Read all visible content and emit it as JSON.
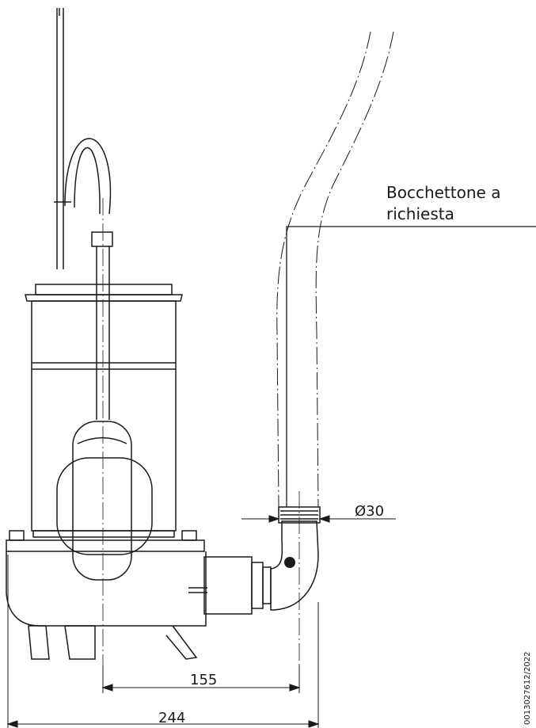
{
  "callout": {
    "line1": "Bocchettone a",
    "line2": "richiesta"
  },
  "dimensions": {
    "diameter": "Ø30",
    "horizontal_short": "155",
    "horizontal_long": "244"
  },
  "drawing_ref": "0013027612/2022"
}
